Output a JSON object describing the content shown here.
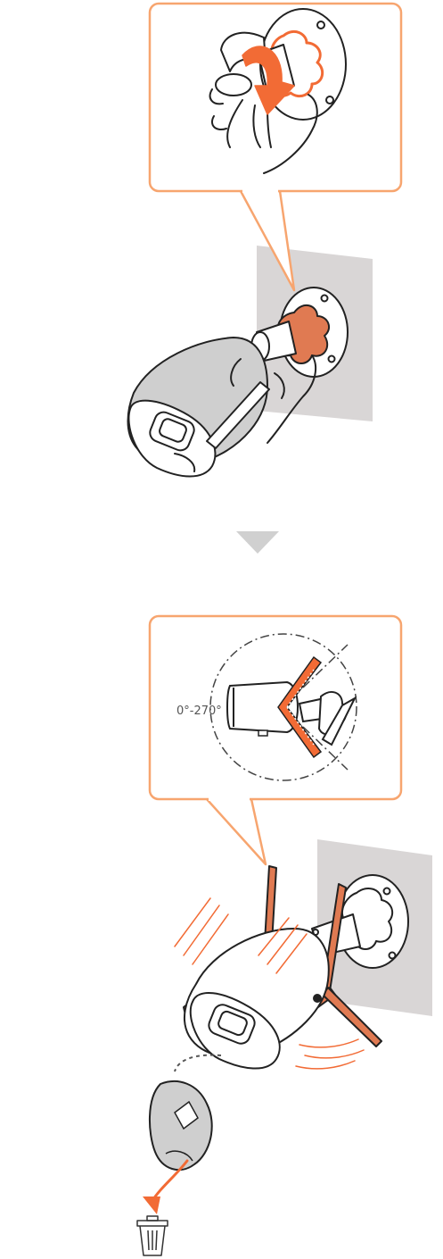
{
  "colors": {
    "accent": "#f26b35",
    "callout_border": "#f7a56f",
    "wall": "#d9d6d6",
    "line": "#222222",
    "arrow_down": "#d0d0d0",
    "camera_gray": "#cfcfcf"
  },
  "steps": [
    {
      "id": "step-1-remove-film",
      "callout_icon": "peel-film-icon",
      "scene_icon": "tighten-knob-icon"
    },
    {
      "id": "step-2-adjust-antennas",
      "rotation_label": "0°-270°",
      "callout_icon": "antenna-rotation-icon",
      "scene_icon": "camera-antennas-icon",
      "disposal_icon": "trash-bin-icon"
    }
  ],
  "divider_icon": "down-triangle-icon"
}
